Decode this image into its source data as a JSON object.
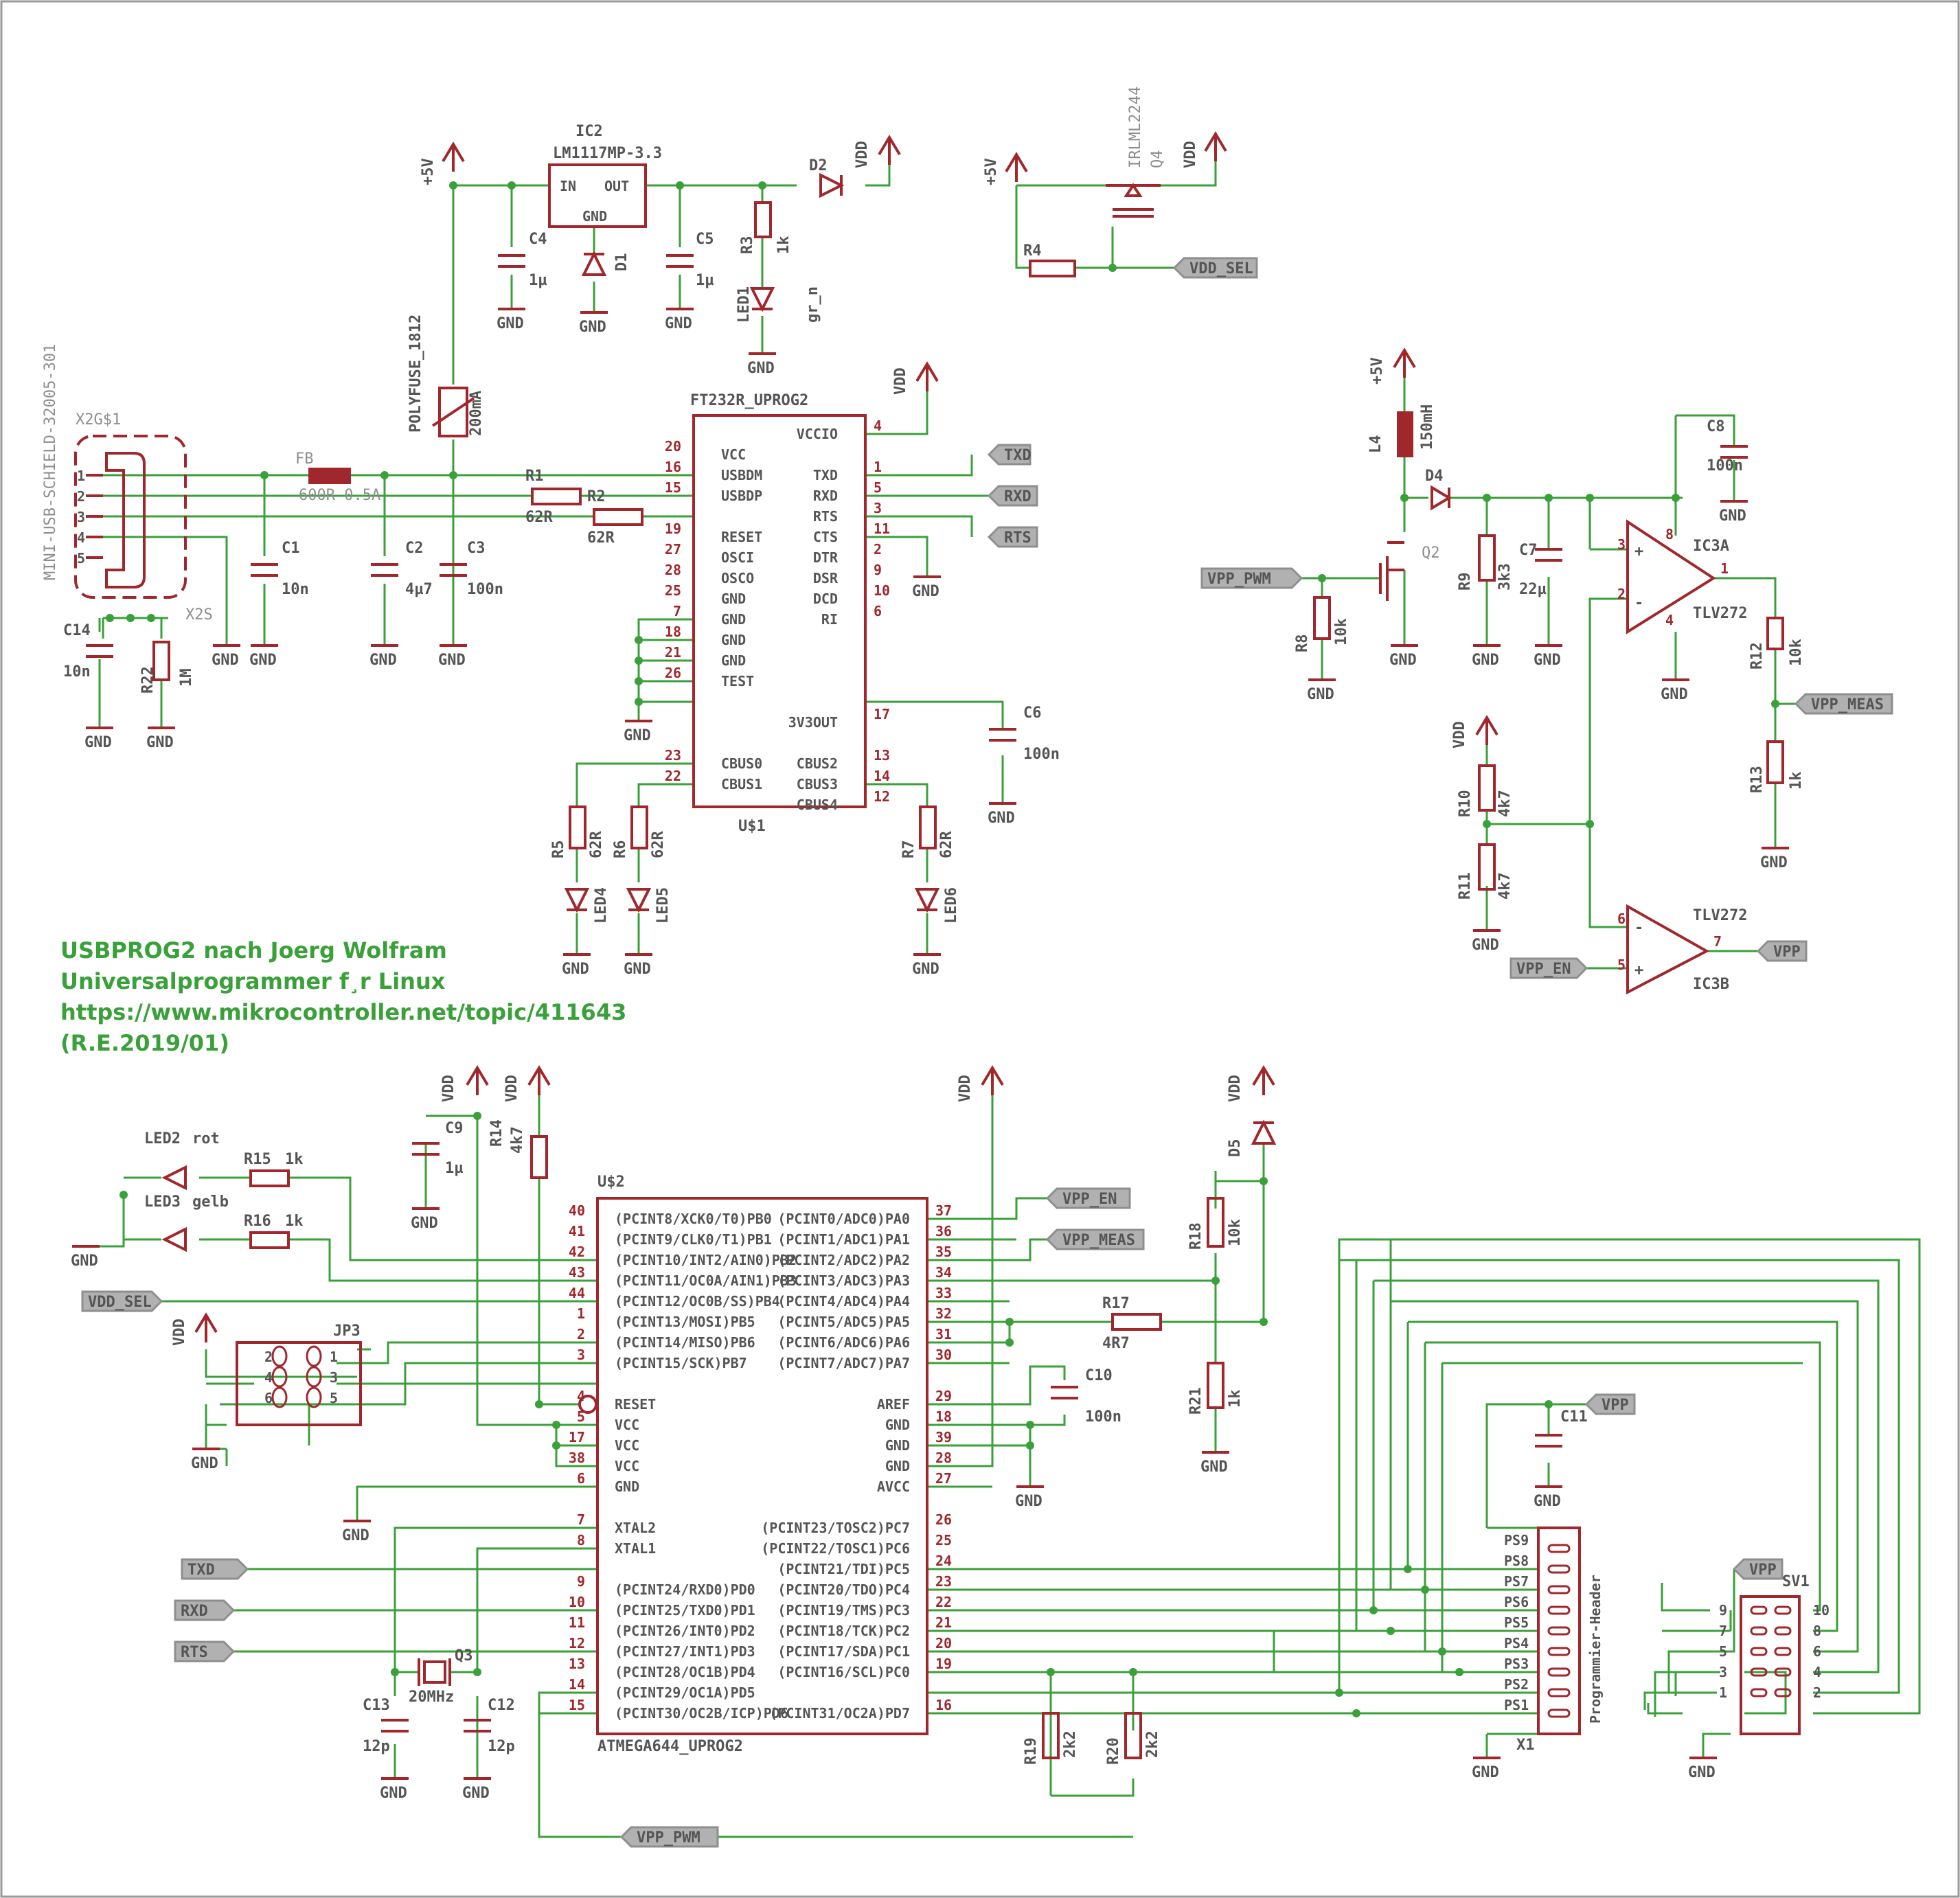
{
  "title": {
    "lines": [
      "USBPROG2 nach Joerg Wolfram",
      "Universalprogrammer f¸r Linux",
      "https://www.mikrocontroller.net/topic/411643",
      "(R.E.2019/01)"
    ]
  },
  "colors": {
    "wire": "#3aa03a",
    "symbol": "#a0282d",
    "text": "#555555",
    "label_fill": "#b1b1b1",
    "frame": "#9a9a9a"
  },
  "connector": {
    "name": "X2G$1",
    "part": "MINI-USB-SCHIELD-32005-301",
    "shield": "X2S",
    "pins": [
      "1",
      "2",
      "3",
      "4",
      "5"
    ]
  },
  "ic2": {
    "name": "IC2",
    "value": "LM1117MP-3.3",
    "in": "IN",
    "out": "OUT",
    "gnd": "GND"
  },
  "ft232": {
    "name": "FT232R_UPROG2",
    "ref": "U$1",
    "left_pins": [
      {
        "num": "20",
        "name": "VCC"
      },
      {
        "num": "16",
        "name": "USBDM"
      },
      {
        "num": "15",
        "name": "USBDP"
      },
      {
        "num": "19",
        "name": "RESET"
      },
      {
        "num": "27",
        "name": "OSCI"
      },
      {
        "num": "28",
        "name": "OSCO"
      },
      {
        "num": "25",
        "name": "GND"
      },
      {
        "num": "7",
        "name": "GND"
      },
      {
        "num": "18",
        "name": "GND"
      },
      {
        "num": "21",
        "name": "GND"
      },
      {
        "num": "26",
        "name": "TEST"
      },
      {
        "num": "23",
        "name": "CBUS0"
      },
      {
        "num": "22",
        "name": "CBUS1"
      }
    ],
    "right_pins": [
      {
        "num": "4",
        "name": "VCCIO"
      },
      {
        "num": "1",
        "name": "TXD"
      },
      {
        "num": "5",
        "name": "RXD"
      },
      {
        "num": "3",
        "name": "RTS"
      },
      {
        "num": "11",
        "name": "CTS"
      },
      {
        "num": "2",
        "name": "DTR"
      },
      {
        "num": "9",
        "name": "DSR"
      },
      {
        "num": "10",
        "name": "DCD"
      },
      {
        "num": "6",
        "name": "RI"
      },
      {
        "num": "17",
        "name": "3V3OUT"
      },
      {
        "num": "13",
        "name": "CBUS2"
      },
      {
        "num": "14",
        "name": "CBUS3"
      },
      {
        "num": "12",
        "name": "CBUS4"
      }
    ]
  },
  "atmega": {
    "name": "ATMEGA644_UPROG2",
    "ref": "U$2",
    "left_pins": [
      {
        "num": "40",
        "name": "(PCINT8/XCK0/T0)PB0"
      },
      {
        "num": "41",
        "name": "(PCINT9/CLK0/T1)PB1"
      },
      {
        "num": "42",
        "name": "(PCINT10/INT2/AIN0)PB2"
      },
      {
        "num": "43",
        "name": "(PCINT11/OC0A/AIN1)PB3"
      },
      {
        "num": "44",
        "name": "(PCINT12/OC0B/SS)PB4"
      },
      {
        "num": "1",
        "name": "(PCINT13/MOSI)PB5"
      },
      {
        "num": "2",
        "name": "(PCINT14/MISO)PB6"
      },
      {
        "num": "3",
        "name": "(PCINT15/SCK)PB7"
      },
      {
        "num": "4",
        "name": "RESET"
      },
      {
        "num": "5",
        "name": "VCC"
      },
      {
        "num": "17",
        "name": "VCC"
      },
      {
        "num": "38",
        "name": "VCC"
      },
      {
        "num": "6",
        "name": "GND"
      },
      {
        "num": "7",
        "name": "XTAL2"
      },
      {
        "num": "8",
        "name": "XTAL1"
      },
      {
        "num": "9",
        "name": "(PCINT24/RXD0)PD0"
      },
      {
        "num": "10",
        "name": "(PCINT25/TXD0)PD1"
      },
      {
        "num": "11",
        "name": "(PCINT26/INT0)PD2"
      },
      {
        "num": "12",
        "name": "(PCINT27/INT1)PD3"
      },
      {
        "num": "13",
        "name": "(PCINT28/OC1B)PD4"
      },
      {
        "num": "14",
        "name": "(PCINT29/OC1A)PD5"
      },
      {
        "num": "15",
        "name": "(PCINT30/OC2B/ICP)PD6"
      }
    ],
    "right_pins": [
      {
        "num": "37",
        "name": "(PCINT0/ADC0)PA0"
      },
      {
        "num": "36",
        "name": "(PCINT1/ADC1)PA1"
      },
      {
        "num": "35",
        "name": "(PCINT2/ADC2)PA2"
      },
      {
        "num": "34",
        "name": "(PCINT3/ADC3)PA3"
      },
      {
        "num": "33",
        "name": "(PCINT4/ADC4)PA4"
      },
      {
        "num": "32",
        "name": "(PCINT5/ADC5)PA5"
      },
      {
        "num": "31",
        "name": "(PCINT6/ADC6)PA6"
      },
      {
        "num": "30",
        "name": "(PCINT7/ADC7)PA7"
      },
      {
        "num": "29",
        "name": "AREF"
      },
      {
        "num": "18",
        "name": "GND"
      },
      {
        "num": "39",
        "name": "GND"
      },
      {
        "num": "28",
        "name": "GND"
      },
      {
        "num": "27",
        "name": "AVCC"
      },
      {
        "num": "26",
        "name": "(PCINT23/TOSC2)PC7"
      },
      {
        "num": "25",
        "name": "(PCINT22/TOSC1)PC6"
      },
      {
        "num": "24",
        "name": "(PCINT21/TDI)PC5"
      },
      {
        "num": "23",
        "name": "(PCINT20/TDO)PC4"
      },
      {
        "num": "22",
        "name": "(PCINT19/TMS)PC3"
      },
      {
        "num": "21",
        "name": "(PCINT18/TCK)PC2"
      },
      {
        "num": "20",
        "name": "(PCINT17/SDA)PC1"
      },
      {
        "num": "19",
        "name": "(PCINT16/SCL)PC0"
      },
      {
        "num": "16",
        "name": "(PCINT31/OC2A)PD7"
      }
    ]
  },
  "net_labels": {
    "vdd_sel": "VDD_SEL",
    "txd": "TXD",
    "rxd": "RXD",
    "rts": "RTS",
    "vpp_pwm": "VPP_PWM",
    "vpp_meas": "VPP_MEAS",
    "vpp_en": "VPP_EN",
    "vpp": "VPP"
  },
  "supplies": {
    "p5v": "+5V",
    "vdd": "VDD",
    "gnd": "GND"
  },
  "components": {
    "c4": {
      "name": "C4",
      "value": "1µ"
    },
    "c5": {
      "name": "C5",
      "value": "1µ"
    },
    "d1": {
      "name": "D1"
    },
    "d2": {
      "name": "D2"
    },
    "r3": {
      "name": "R3",
      "value": "1k"
    },
    "led1": {
      "name": "LED1",
      "value": "gr_n"
    },
    "q4": {
      "name": "Q4",
      "value": "IRLML2244"
    },
    "r4": {
      "name": "R4"
    },
    "polyfuse": {
      "name": "POLYFUSE_1812",
      "value": "200mA"
    },
    "fb": {
      "name": "FB",
      "value": "600R 0.5A"
    },
    "r1": {
      "name": "R1",
      "value": "62R"
    },
    "r2": {
      "name": "R2",
      "value": "62R"
    },
    "c1": {
      "name": "C1",
      "value": "10n"
    },
    "c2": {
      "name": "C2",
      "value": "4µ7"
    },
    "c3": {
      "name": "C3",
      "value": "100n"
    },
    "c14": {
      "name": "C14",
      "value": "10n"
    },
    "r22": {
      "name": "R22",
      "value": "1M"
    },
    "c6": {
      "name": "C6",
      "value": "100n"
    },
    "r5": {
      "name": "R5",
      "value": "62R"
    },
    "r6": {
      "name": "R6",
      "value": "62R"
    },
    "r7": {
      "name": "R7",
      "value": "62R"
    },
    "led4": {
      "name": "LED4"
    },
    "led5": {
      "name": "LED5"
    },
    "led6": {
      "name": "LED6"
    },
    "l4": {
      "name": "L4",
      "value": "150mH"
    },
    "d4": {
      "name": "D4"
    },
    "q2": {
      "name": "Q2"
    },
    "r8": {
      "name": "R8",
      "value": "10k"
    },
    "r9": {
      "name": "R9",
      "value": "3k3"
    },
    "c7": {
      "name": "C7",
      "value": "22µ"
    },
    "c8": {
      "name": "C8",
      "value": "100n"
    },
    "ic3a": {
      "name": "IC3A",
      "value": "TLV272"
    },
    "ic3b": {
      "name": "IC3B",
      "value": "TLV272"
    },
    "r12": {
      "name": "R12",
      "value": "10k"
    },
    "r13": {
      "name": "R13",
      "value": "1k"
    },
    "r10": {
      "name": "R10",
      "value": "4k7"
    },
    "r11": {
      "name": "R11",
      "value": "4k7"
    },
    "led2": {
      "name": "LED2",
      "value": "rot"
    },
    "led3": {
      "name": "LED3",
      "value": "gelb"
    },
    "r15": {
      "name": "R15",
      "value": "1k"
    },
    "r16": {
      "name": "R16",
      "value": "1k"
    },
    "c9": {
      "name": "C9",
      "value": "1µ"
    },
    "r14": {
      "name": "R14",
      "value": "4k7"
    },
    "jp3": {
      "name": "JP3"
    },
    "c10": {
      "name": "C10",
      "value": "100n"
    },
    "r17": {
      "name": "R17",
      "value": "4R7"
    },
    "r18": {
      "name": "R18",
      "value": "10k"
    },
    "r21": {
      "name": "R21",
      "value": "1k"
    },
    "d5": {
      "name": "D5"
    },
    "c11": {
      "name": "C11"
    },
    "q3": {
      "name": "Q3",
      "value": "20MHz"
    },
    "c12": {
      "name": "C12",
      "value": "12p"
    },
    "c13": {
      "name": "C13",
      "value": "12p"
    },
    "r19": {
      "name": "R19",
      "value": "2k2"
    },
    "r20": {
      "name": "R20",
      "value": "2k2"
    },
    "x1": {
      "name": "X1",
      "value": "Programmier-Header",
      "pins": [
        "PS9",
        "PS8",
        "PS7",
        "PS6",
        "PS5",
        "PS4",
        "PS3",
        "PS2",
        "PS1"
      ]
    },
    "sv1": {
      "name": "SV1",
      "left": [
        "9",
        "7",
        "5",
        "3",
        "1"
      ],
      "right": [
        "10",
        "8",
        "6",
        "4",
        "2"
      ]
    }
  }
}
